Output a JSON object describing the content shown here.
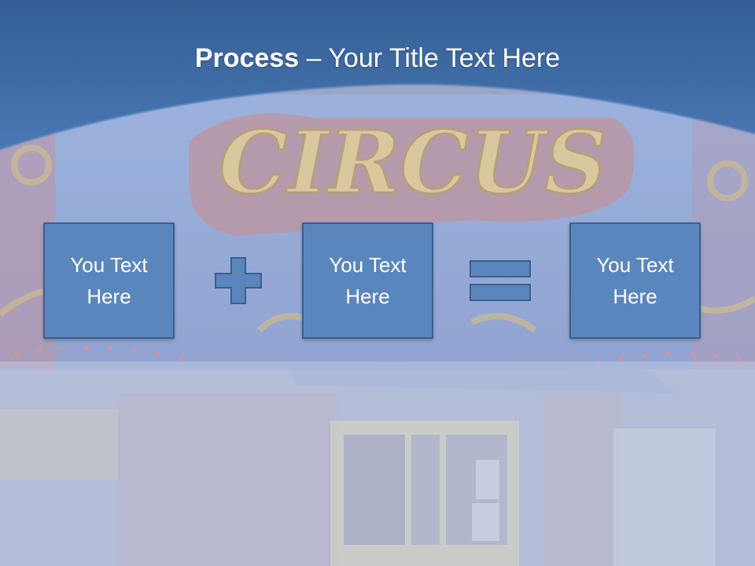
{
  "title": {
    "bold": "Process",
    "separator": "–",
    "rest": "Your Title Text Here"
  },
  "boxes": [
    {
      "text": "You Text Here"
    },
    {
      "text": "You Text Here"
    },
    {
      "text": "You Text Here"
    }
  ],
  "operators": [
    "plus-icon",
    "equals-icon"
  ],
  "colors": {
    "header_blue": "#3e6aa4",
    "box_fill": "#5b86bd",
    "box_border": "#3b5e8e",
    "text": "#ffffff"
  }
}
